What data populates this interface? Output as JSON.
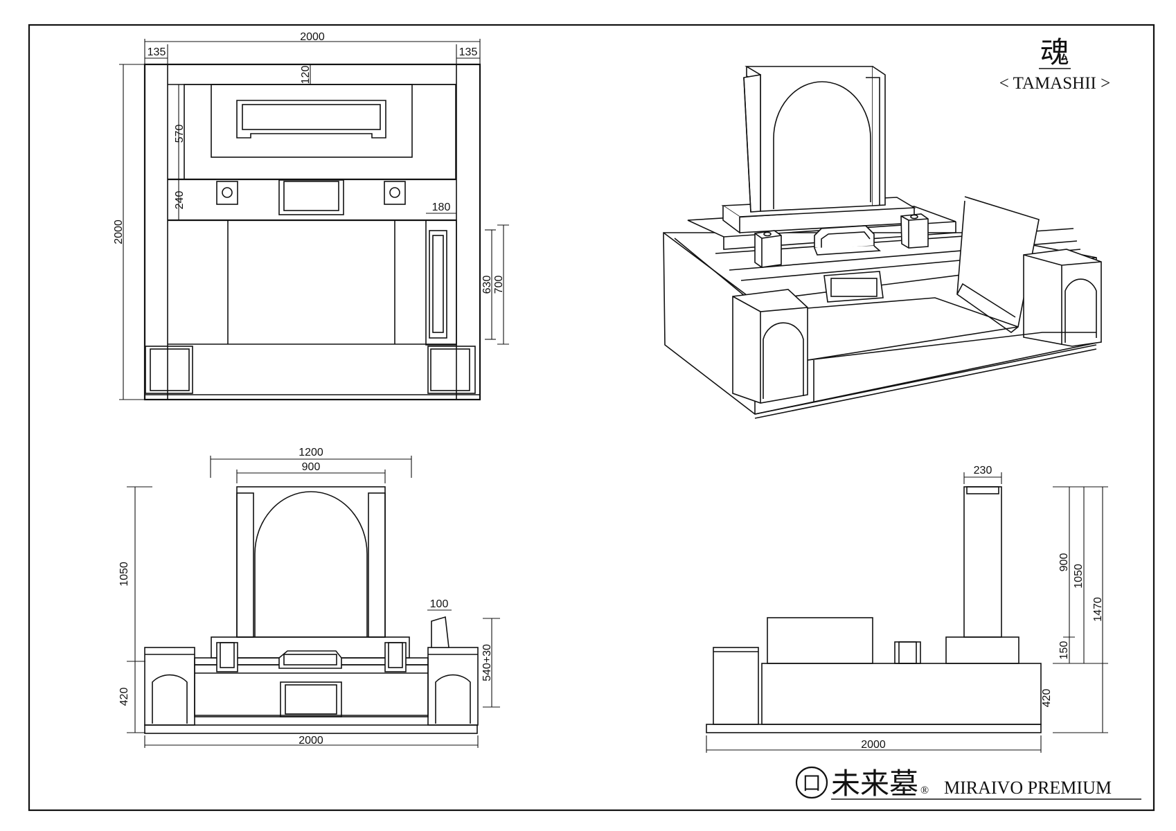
{
  "title": {
    "kanji": "魂",
    "roman": "< TAMASHII >"
  },
  "brand": {
    "logo_mark": "⼞",
    "name_jp": "未来墓",
    "registered": "®",
    "name_en": "MIRAIVO PREMIUM"
  },
  "plan_view": {
    "dims": {
      "total_width": "2000",
      "left_edge": "135",
      "right_edge": "135",
      "top_band": "120",
      "upper_section": "570",
      "middle_band": "240",
      "side_width": "180",
      "total_depth": "2000",
      "inner_630": "630",
      "inner_700": "700"
    }
  },
  "front_view": {
    "dims": {
      "outer_width": "1200",
      "inner_width": "900",
      "stone_height": "1050",
      "base_height": "420",
      "post_width": "100",
      "post_height": "540+30",
      "total_width": "2000"
    }
  },
  "side_view": {
    "dims": {
      "stone_depth": "230",
      "stone_height": "900",
      "upper_1050": "1050",
      "total_height": "1470",
      "plinth": "150",
      "base_height": "420",
      "total_length": "2000"
    }
  }
}
